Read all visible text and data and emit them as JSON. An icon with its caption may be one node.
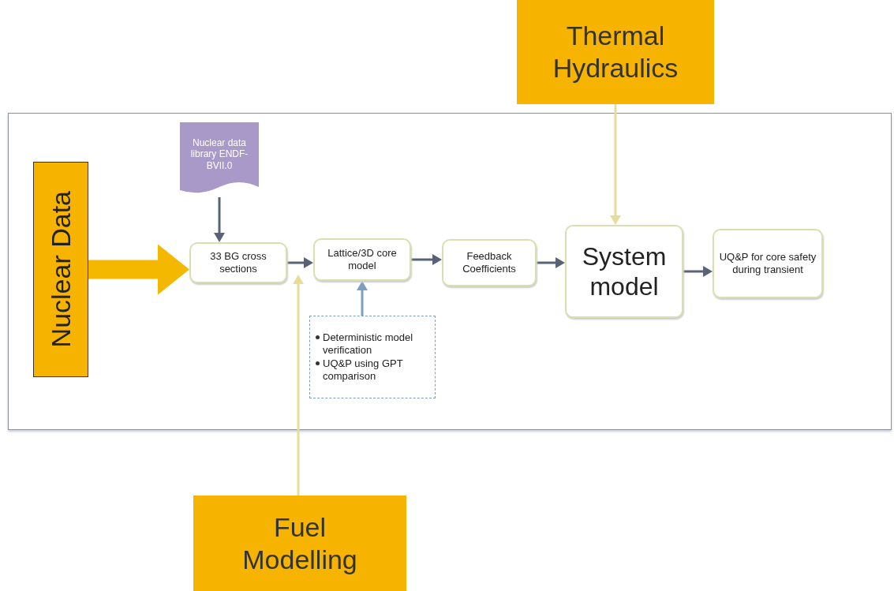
{
  "diagram": {
    "nodes": [
      {
        "text": [
          "Thermal Hydraulics"
        ]
      },
      {
        "text": [
          "Nuclear Data"
        ]
      },
      {
        "text": [
          "Nuclear data library ENDF-BVII.0"
        ]
      },
      {
        "text": [
          "33 BG cross sections"
        ]
      },
      {
        "text": [
          "Lattice/3D core model"
        ]
      },
      {
        "text": [
          "Feedback Coefficients"
        ]
      },
      {
        "text": [
          "System model"
        ]
      },
      {
        "text": [
          "UQ&P for core safety during transient"
        ]
      },
      {
        "text": [
          "Deterministic model verification",
          "UQ&P using GPT comparison"
        ]
      },
      {
        "text": [
          "Fuel Modelling"
        ]
      }
    ],
    "edges": [
      {
        "from": 1,
        "to": 3,
        "arrow": "to",
        "style": "thick",
        "color": "#f5b800"
      },
      {
        "from": 2,
        "to": 3,
        "arrow": "to"
      },
      {
        "from": 3,
        "to": 4,
        "arrow": "to"
      },
      {
        "from": 4,
        "to": 5,
        "arrow": "to"
      },
      {
        "from": 5,
        "to": 6,
        "arrow": "to"
      },
      {
        "from": 6,
        "to": 7,
        "arrow": "to"
      },
      {
        "from": 8,
        "to": 4,
        "arrow": "to",
        "color": "#7f9cc4"
      },
      {
        "from": 9,
        "to": 4,
        "arrow": "to",
        "color": "#e6dd9a"
      },
      {
        "from": 0,
        "to": 6,
        "arrow": "to",
        "color": "#e6dd9a"
      }
    ]
  }
}
